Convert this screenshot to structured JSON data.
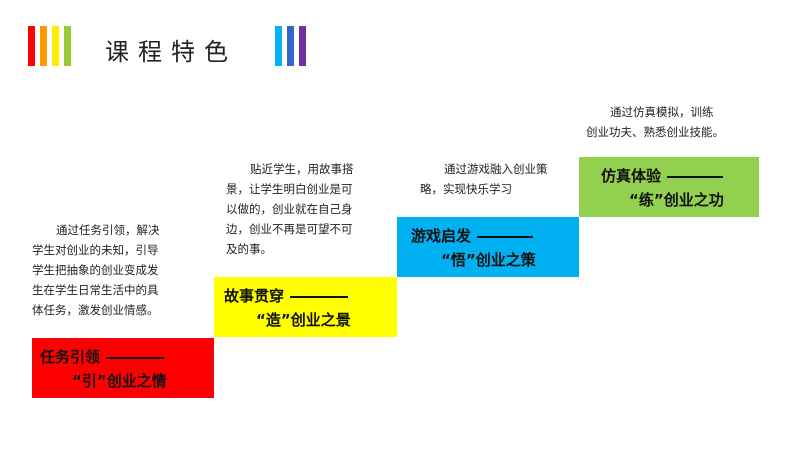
{
  "header": {
    "title": "课程特色",
    "bars_left": [
      "#ff0000",
      "#ff9900",
      "#ffee00",
      "#99cc33"
    ],
    "bars_right": [
      "#00b0f0",
      "#3366cc",
      "#7030a0"
    ]
  },
  "steps": [
    {
      "color": "#ff0000",
      "title": "任务引领",
      "subtitle": "“引”创业之情",
      "desc": [
        "通过任务引领，解决",
        "学生对创业的未知，引导",
        "学生把抽象的创业变成发",
        "生在学生日常生活中的具",
        "体任务，激发创业情感。"
      ]
    },
    {
      "color": "#ffff00",
      "title": "故事贯穿",
      "subtitle": "“造”创业之景",
      "desc": [
        "贴近学生，用故事搭",
        "景，让学生明白创业是可",
        "以做的，创业就在自己身",
        "边，创业不再是可望不可",
        "及的事。"
      ]
    },
    {
      "color": "#00b0f0",
      "title": "游戏启发",
      "subtitle": "“悟”创业之策",
      "desc": [
        "通过游戏融入创业策",
        "略，实现快乐学习"
      ]
    },
    {
      "color": "#92d050",
      "title": "仿真体验",
      "subtitle": "“练”创业之功",
      "desc": [
        "通过仿真模拟，训练",
        "创业功夫、熟悉创业技能。"
      ]
    }
  ]
}
